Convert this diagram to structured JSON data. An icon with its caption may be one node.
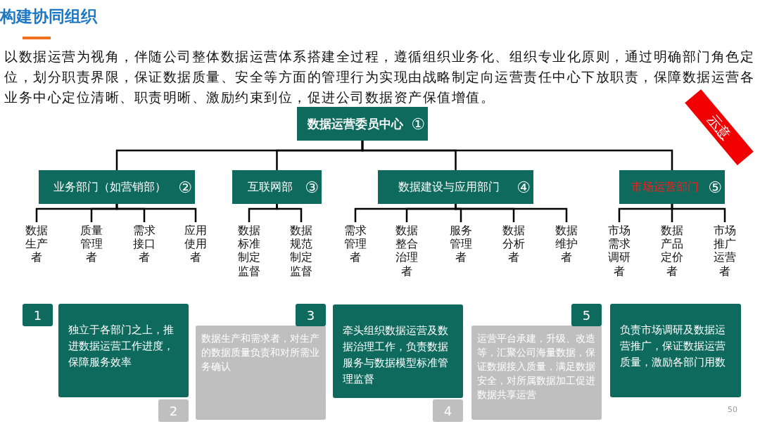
{
  "diagram": {
    "title": "构建协同组织",
    "nodes": [
      {
        "text": [
          "数据运营委员中心",
          "①"
        ]
      },
      {
        "text": [
          "业务部门（如营销部）",
          "②"
        ]
      },
      {
        "text": [
          "互联网部",
          "③"
        ]
      },
      {
        "text": [
          "数据建设与应用部门",
          "④"
        ]
      },
      {
        "text": [
          "市场运营部门",
          "⑤"
        ]
      },
      {
        "text": [
          "数据生产者"
        ]
      },
      {
        "text": [
          "质量管理者"
        ]
      },
      {
        "text": [
          "需求接口者"
        ]
      },
      {
        "text": [
          "应用使用者"
        ]
      },
      {
        "text": [
          "数据标准制定监督"
        ]
      },
      {
        "text": [
          "数据规范制定监督"
        ]
      },
      {
        "text": [
          "需求管理者"
        ]
      },
      {
        "text": [
          "数据整合治理者"
        ]
      },
      {
        "text": [
          "服务管理者"
        ]
      },
      {
        "text": [
          "数据分析者"
        ]
      },
      {
        "text": [
          "数据维护者"
        ]
      },
      {
        "text": [
          "市场需求调研者"
        ]
      },
      {
        "text": [
          "数据产品定价者"
        ]
      },
      {
        "text": [
          "市场推广运营者"
        ]
      },
      {
        "text": [
          "示意"
        ]
      },
      {
        "text": [
          "1"
        ]
      },
      {
        "text": [
          "独立于各部门之上，推进数据运营工作进度，保障服务效率"
        ]
      },
      {
        "text": [
          "2"
        ]
      },
      {
        "text": [
          "数据生产和需求者，对生产的数据质量负责和对所需业务确认"
        ]
      },
      {
        "text": [
          "3"
        ]
      },
      {
        "text": [
          "牵头组织数据运营及数据治理工作，负责数据服务与数据模型标准管理监督"
        ]
      },
      {
        "text": [
          "4"
        ]
      },
      {
        "text": [
          "运营平台承建，升级、改造等，汇聚公司海量数据，保证数据接入质量，满足数据安全，对所属数据加工促进数据共享运营"
        ]
      },
      {
        "text": [
          "5"
        ]
      },
      {
        "text": [
          "负责市场调研及数据运营推广，保证数据运营质量，激励各部门用数"
        ]
      }
    ],
    "edges": [
      {
        "from": 0,
        "to": 1,
        "arrow": "none"
      },
      {
        "from": 0,
        "to": 2,
        "arrow": "none"
      },
      {
        "from": 0,
        "to": 3,
        "arrow": "none"
      },
      {
        "from": 0,
        "to": 4,
        "arrow": "none"
      },
      {
        "from": 1,
        "to": 5,
        "arrow": "none"
      },
      {
        "from": 1,
        "to": 6,
        "arrow": "none"
      },
      {
        "from": 1,
        "to": 7,
        "arrow": "none"
      },
      {
        "from": 1,
        "to": 8,
        "arrow": "none"
      },
      {
        "from": 2,
        "to": 9,
        "arrow": "none"
      },
      {
        "from": 2,
        "to": 10,
        "arrow": "none"
      },
      {
        "from": 3,
        "to": 11,
        "arrow": "none"
      },
      {
        "from": 3,
        "to": 12,
        "arrow": "none"
      },
      {
        "from": 3,
        "to": 13,
        "arrow": "none"
      },
      {
        "from": 3,
        "to": 14,
        "arrow": "none"
      },
      {
        "from": 3,
        "to": 15,
        "arrow": "none"
      },
      {
        "from": 4,
        "to": 16,
        "arrow": "none"
      },
      {
        "from": 4,
        "to": 17,
        "arrow": "none"
      },
      {
        "from": 4,
        "to": 18,
        "arrow": "none"
      }
    ],
    "labels": [
      "以数据运营为视角，伴随公司整体数据运营体系搭建全过程，遵循组织业务化、组织专业化原则，通过明确部门角色定位，划分职责界限，保证数据质量、安全等方面的管理行为实现由战略制定向运营责任中心下放职责，保障数据运营各业务中心定位清晰、职责明晰、激励约束到位，促进公司数据资产保值增值。",
      "50"
    ]
  }
}
